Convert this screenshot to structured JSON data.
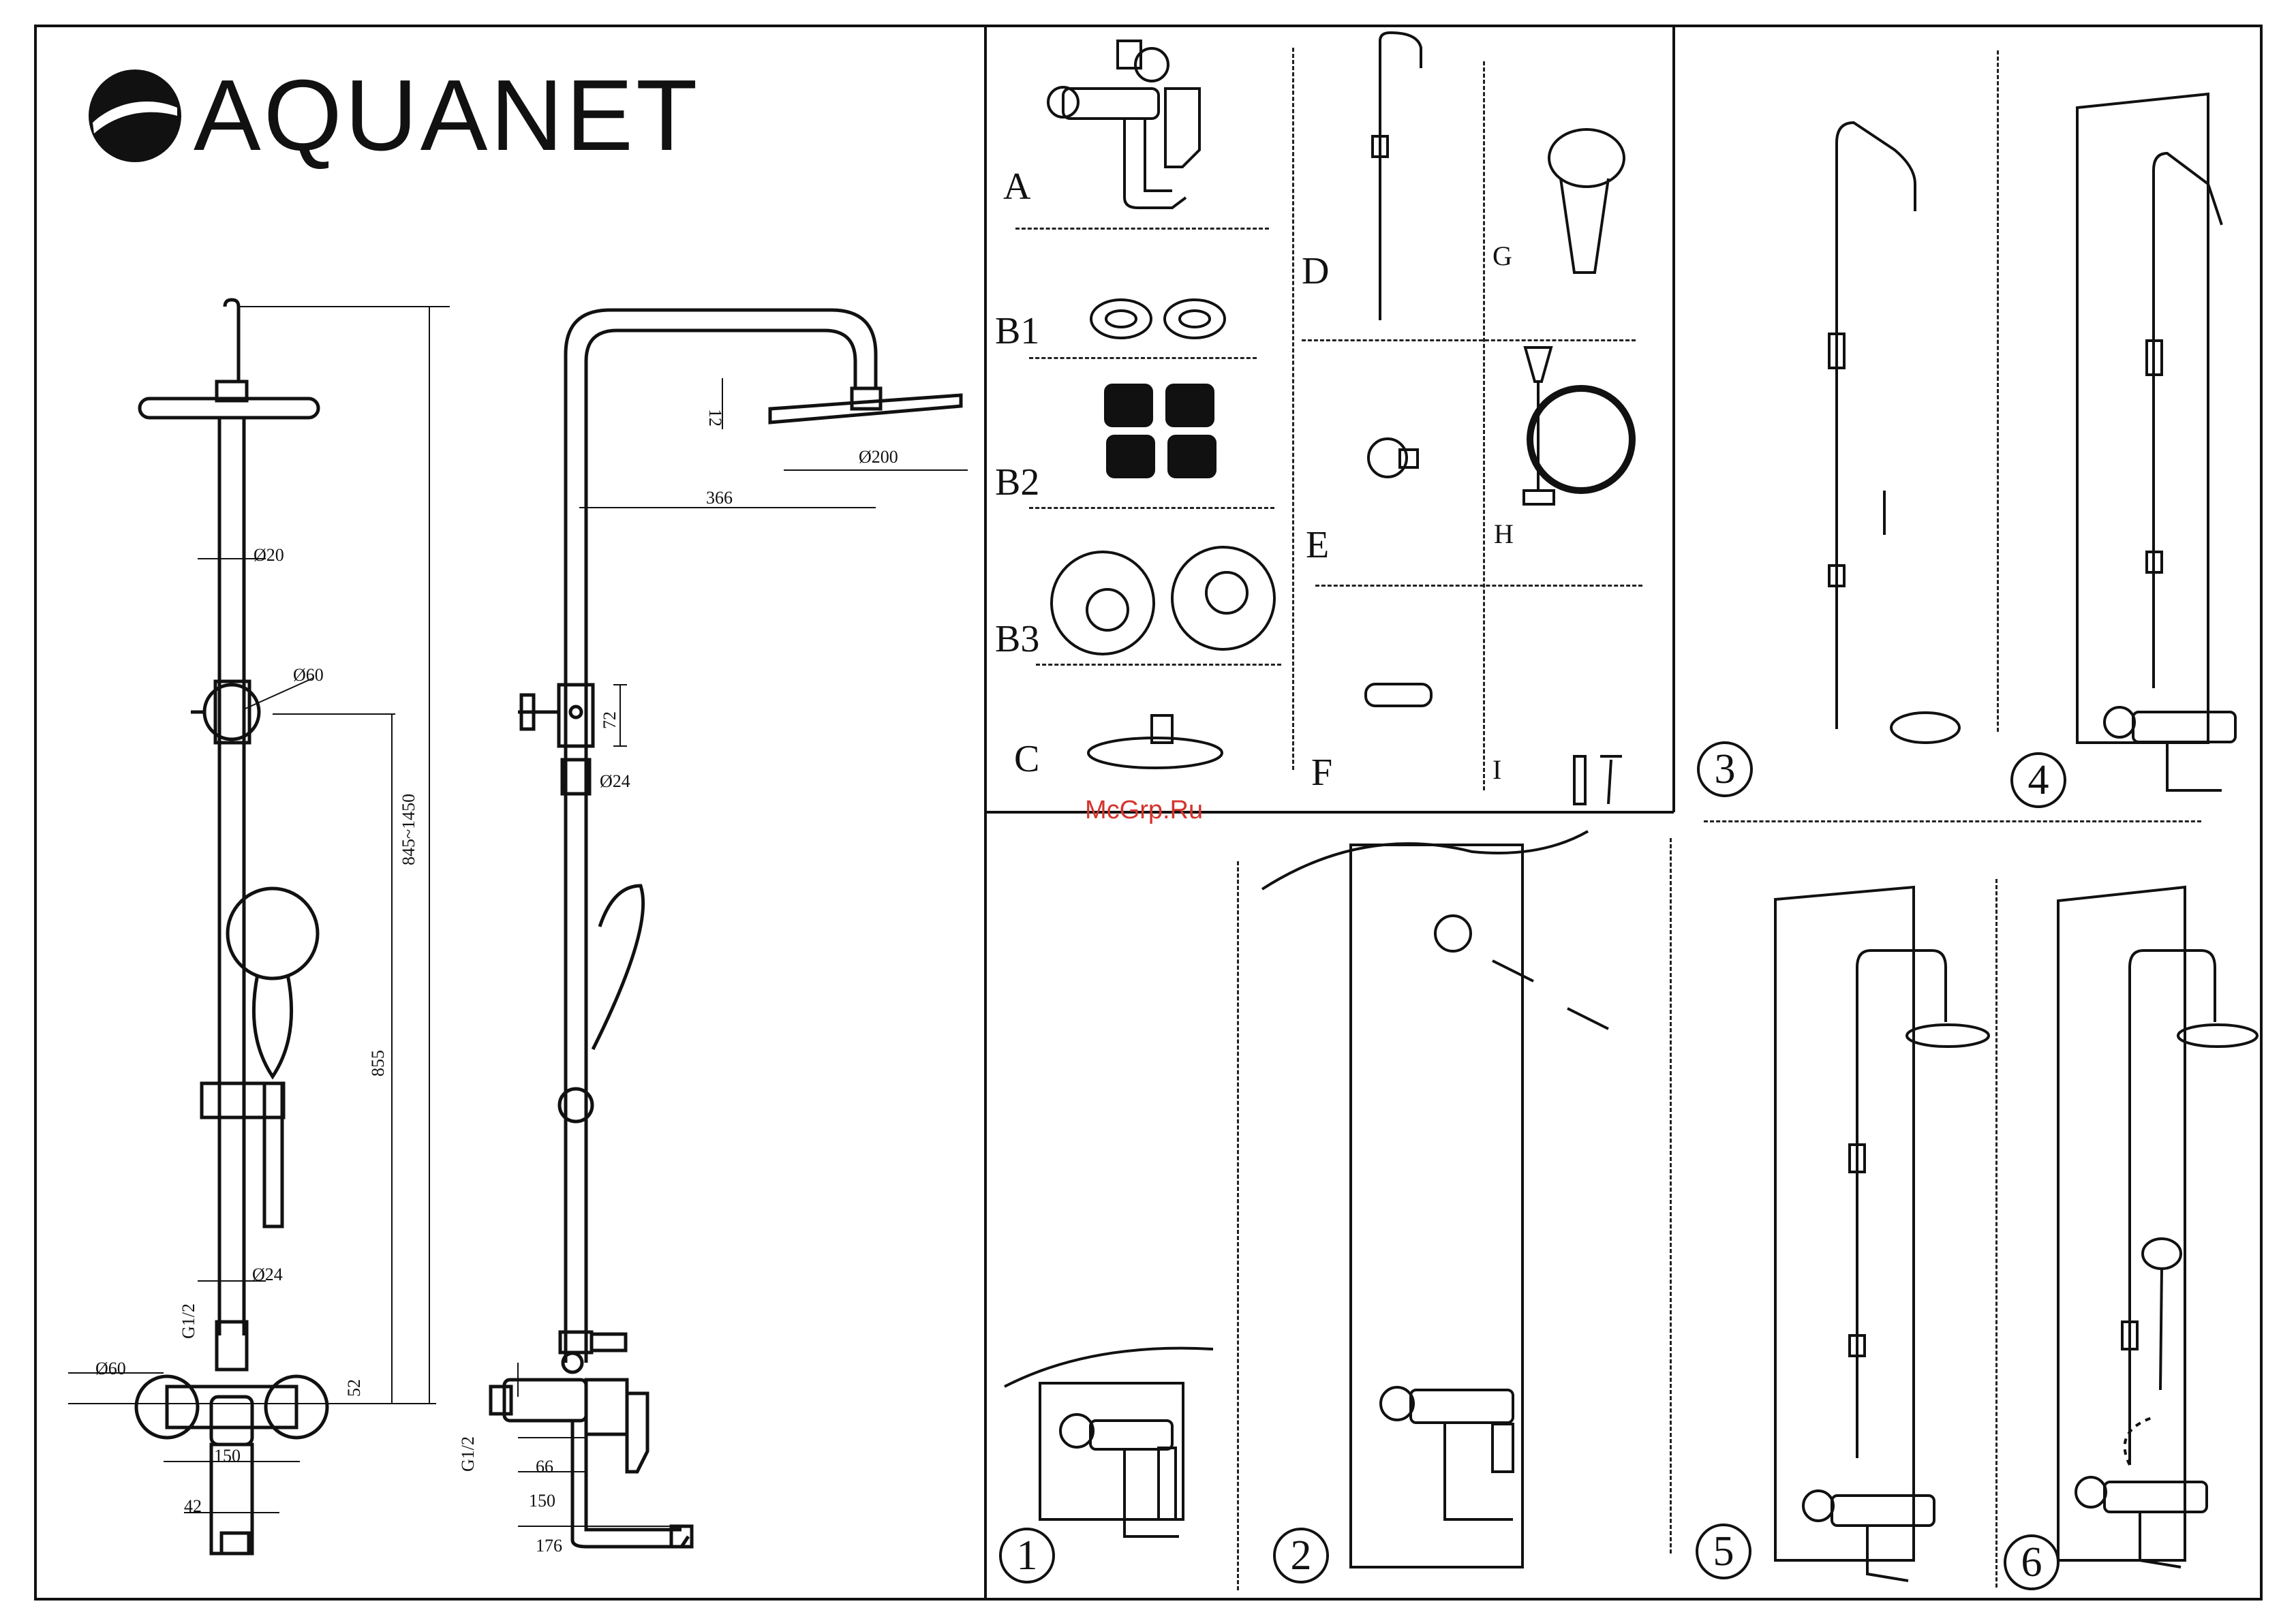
{
  "brand": {
    "name": "AQUANET"
  },
  "watermark": "McGrp.Ru",
  "dimensions": {
    "d_top": "Ø20",
    "d_holder": "Ø60",
    "d_lower": "Ø24",
    "d_flange": "Ø60",
    "height_range": "845~1450",
    "height_855": "855",
    "height_52": "52",
    "connector": "G1/2",
    "width_150": "150",
    "width_42": "42",
    "arm_366": "366",
    "head_12": "12",
    "head_d": "Ø200",
    "h_72": "72",
    "d_side": "Ø24",
    "side_connector": "G1/2",
    "w_66": "66",
    "w_150b": "150",
    "w_176": "176"
  },
  "parts": [
    {
      "label": "A",
      "name": "mixer-icon"
    },
    {
      "label": "B1",
      "name": "washers-icon"
    },
    {
      "label": "B2",
      "name": "eccentrics-icon"
    },
    {
      "label": "B3",
      "name": "escutcheons-icon"
    },
    {
      "label": "C",
      "name": "shower-head-icon"
    },
    {
      "label": "D",
      "name": "riser-rail-icon"
    },
    {
      "label": "E",
      "name": "wall-outlet-icon"
    },
    {
      "label": "F",
      "name": "slider-holder-icon"
    },
    {
      "label": "G",
      "name": "hand-shower-icon"
    },
    {
      "label": "H",
      "name": "hose-icon"
    },
    {
      "label": "I",
      "name": "screw-dowel-icon"
    }
  ],
  "steps": [
    "1",
    "2",
    "3",
    "4",
    "5",
    "6"
  ]
}
